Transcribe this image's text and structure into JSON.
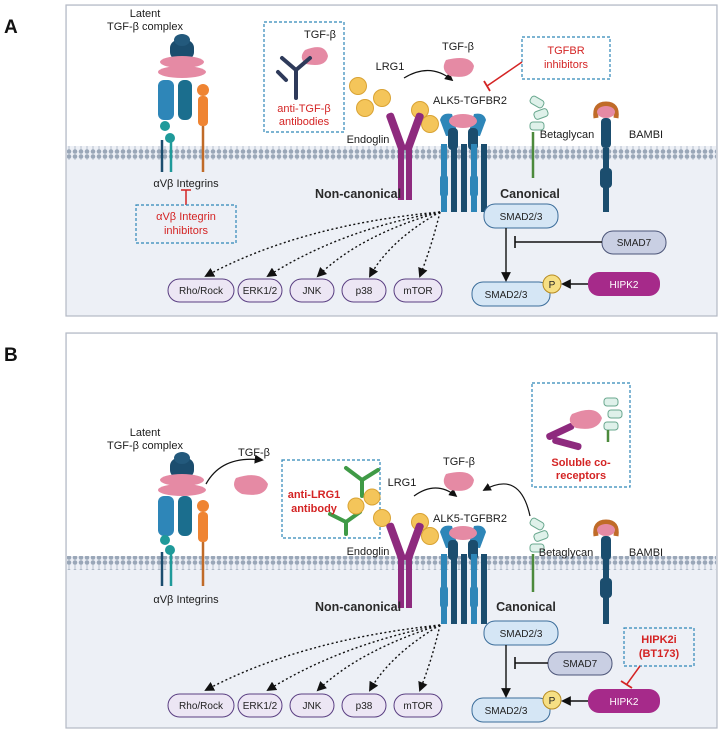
{
  "panels": [
    {
      "letter": "A",
      "latent_complex": [
        "Latent",
        "TGF-β complex"
      ],
      "integrins": "αVβ Integrins",
      "integrin_inhibitor": [
        "αVβ Integrin",
        "inhibitors"
      ],
      "tgfb_box": "TGF-β",
      "antibody": [
        "anti-TGF-β",
        "antibodies"
      ],
      "lrg1": "LRG1",
      "tgfb_free": "TGF-β",
      "tgfbr_inhibitor": [
        "TGFBR",
        "inhibitors"
      ],
      "receptor": "ALK5-TGFBR2",
      "endoglin": "Endoglin",
      "betaglycan": "Betaglycan",
      "bambi": "BAMBI",
      "non_canonical": "Non-canonical",
      "canonical": "Canonical",
      "smad23": "SMAD2/3",
      "smad7": "SMAD7",
      "hipk2": "HIPK2",
      "smad23_p": "SMAD2/3",
      "p": "P",
      "outputs": [
        "Rho/Rock",
        "ERK1/2",
        "JNK",
        "p38",
        "mTOR"
      ]
    },
    {
      "letter": "B",
      "latent_complex": [
        "Latent",
        "TGF-β complex"
      ],
      "integrins": "αVβ Integrins",
      "tgfb_released": "TGF-β",
      "antibody": [
        "anti-LRG1",
        "antibody"
      ],
      "lrg1": "LRG1",
      "tgfb_free": "TGF-β",
      "soluble": [
        "Soluble co-",
        "receptors"
      ],
      "receptor": "ALK5-TGFBR2",
      "endoglin": "Endoglin",
      "betaglycan": "Betaglycan",
      "bambi": "BAMBI",
      "non_canonical": "Non-canonical",
      "canonical": "Canonical",
      "smad23": "SMAD2/3",
      "smad7": "SMAD7",
      "hipk2i": [
        "HIPK2i",
        "(BT173)"
      ],
      "hipk2": "HIPK2",
      "smad23_p": "SMAD2/3",
      "p": "P",
      "outputs": [
        "Rho/Rock",
        "ERK1/2",
        "JNK",
        "p38",
        "mTOR"
      ]
    }
  ],
  "colors": {
    "panel_bg": "#edf0f6",
    "membrane": "#9aa7b8",
    "tgfb": "#e58aa4",
    "lrg1": "#f4c55a",
    "receptor": "#2e86b8",
    "receptor_dark": "#1b4d6e",
    "endoglin": "#8e2a7e",
    "betaglycan": "#4c8a3c",
    "bambi": "#c06b28",
    "integrin_teal": "#1f9a9a",
    "integrin_orange": "#ef8432",
    "smad_fill": "#d5e6f5",
    "smad7_fill": "#c9cfe3",
    "hipk2": "#a62a8a",
    "output_fill": "#ece6f4",
    "inhibitor_red": "#d42424",
    "antibody_lrg1": "#3f9a46",
    "antibody_tgfb": "#2e3a5a"
  }
}
